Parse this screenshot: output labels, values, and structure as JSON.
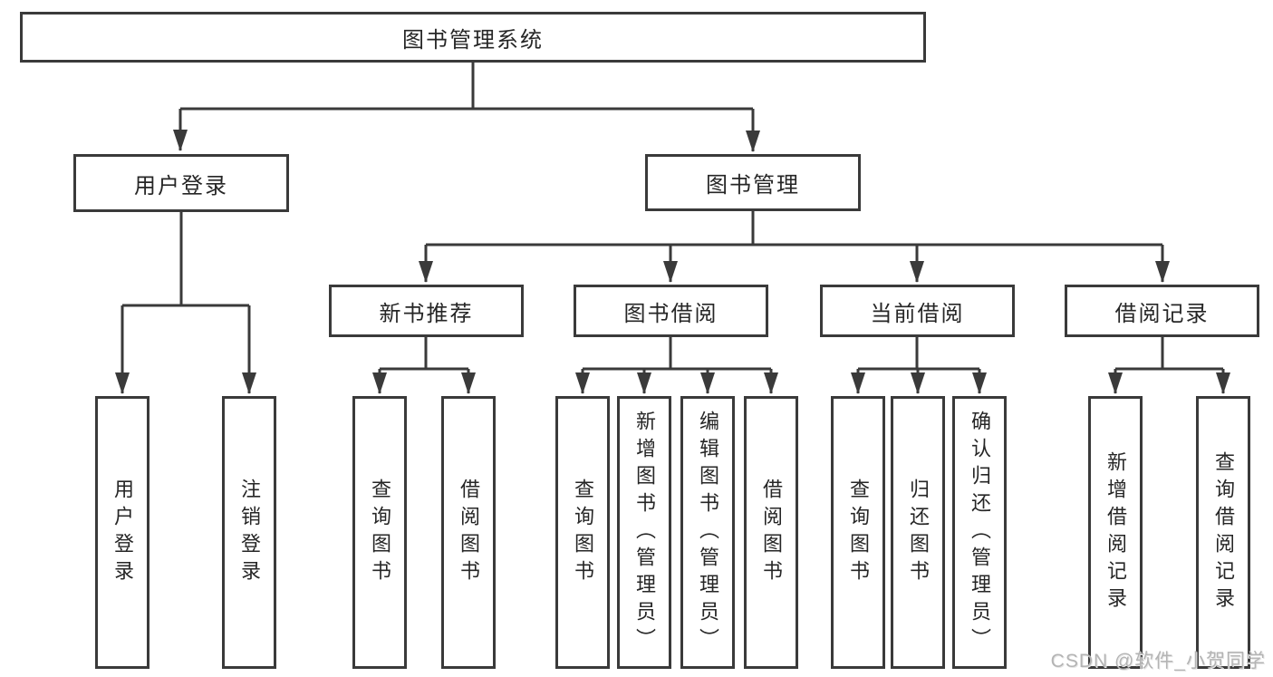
{
  "diagram": {
    "root": {
      "label": "图书管理系统",
      "children": [
        {
          "label": "用户登录",
          "children": [
            {
              "label": "用户登录"
            },
            {
              "label": "注销登录"
            }
          ]
        },
        {
          "label": "图书管理",
          "children": [
            {
              "label": "新书推荐",
              "children": [
                {
                  "label": "查询图书"
                },
                {
                  "label": "借阅图书"
                }
              ]
            },
            {
              "label": "图书借阅",
              "children": [
                {
                  "label": "查询图书"
                },
                {
                  "label": "新增图书（管理员）"
                },
                {
                  "label": "编辑图书（管理员）"
                },
                {
                  "label": "借阅图书"
                }
              ]
            },
            {
              "label": "当前借阅",
              "children": [
                {
                  "label": "查询图书"
                },
                {
                  "label": "归还图书"
                },
                {
                  "label": "确认归还（管理员）"
                }
              ]
            },
            {
              "label": "借阅记录",
              "children": [
                {
                  "label": "新增借阅记录"
                },
                {
                  "label": "查询借阅记录"
                }
              ]
            }
          ]
        }
      ]
    },
    "watermark": "CSDN @软件_小贺同学",
    "colors": {
      "line": "#3a3a3a",
      "box_border": "#3a3a3a",
      "text": "#262626",
      "watermark": "#b4b4b4",
      "background": "#ffffff"
    }
  }
}
